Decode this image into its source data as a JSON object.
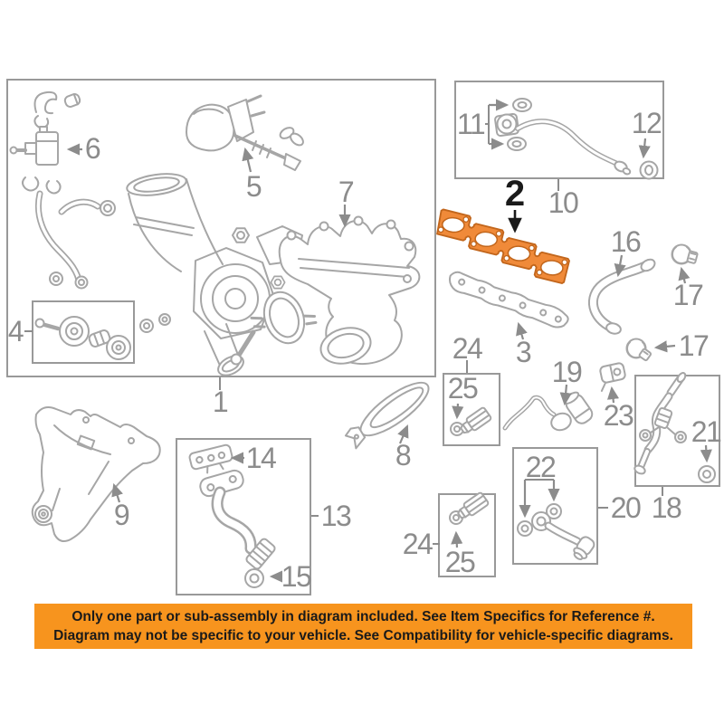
{
  "parts": {
    "p1": {
      "label": "1"
    },
    "p2": {
      "label": "2"
    },
    "p3": {
      "label": "3"
    },
    "p4": {
      "label": "4"
    },
    "p5": {
      "label": "5"
    },
    "p6": {
      "label": "6"
    },
    "p7": {
      "label": "7"
    },
    "p8": {
      "label": "8"
    },
    "p9": {
      "label": "9"
    },
    "p10": {
      "label": "10"
    },
    "p11": {
      "label": "11"
    },
    "p12": {
      "label": "12"
    },
    "p13": {
      "label": "13"
    },
    "p14": {
      "label": "14"
    },
    "p15": {
      "label": "15"
    },
    "p16": {
      "label": "16"
    },
    "p17a": {
      "label": "17"
    },
    "p17b": {
      "label": "17"
    },
    "p18": {
      "label": "18"
    },
    "p19": {
      "label": "19"
    },
    "p20": {
      "label": "20"
    },
    "p21": {
      "label": "21"
    },
    "p22": {
      "label": "22"
    },
    "p23": {
      "label": "23"
    },
    "p24a": {
      "label": "24"
    },
    "p24b": {
      "label": "24"
    },
    "p25a": {
      "label": "25"
    },
    "p25b": {
      "label": "25"
    }
  },
  "banner": {
    "line1": "Only one part or sub-assembly in diagram included. See Item Specifics for Reference #.",
    "line2": "Diagram may not be specific to your vehicle. See Compatibility for vehicle-specific diagrams."
  },
  "colors": {
    "highlight": "#F08A39",
    "highlight_outline": "#C2661C",
    "banner_bg": "#F7941E",
    "line": "#A6A6A6",
    "label": "#8C8C8C",
    "banner_text": "#1A1A1A"
  }
}
